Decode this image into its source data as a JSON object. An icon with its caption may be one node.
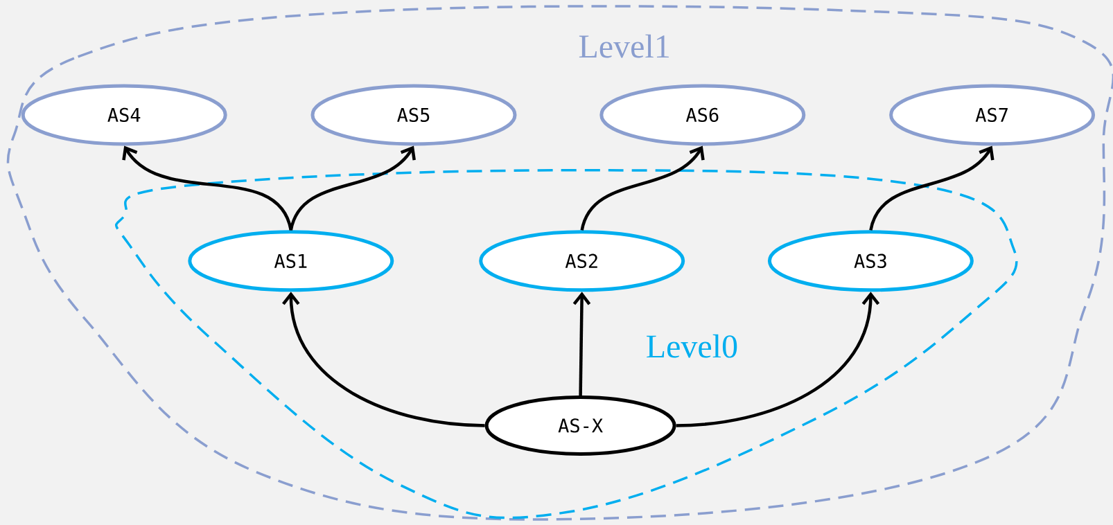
{
  "diagram": {
    "nodes": [
      {
        "text": [
          "Level1"
        ]
      },
      {
        "text": [
          "AS4"
        ],
        "in": 0
      },
      {
        "text": [
          "AS5"
        ],
        "in": 0
      },
      {
        "text": [
          "AS6"
        ],
        "in": 0
      },
      {
        "text": [
          "AS7"
        ],
        "in": 0
      },
      {
        "text": [
          "Level0"
        ],
        "in": 0
      },
      {
        "text": [
          "AS1"
        ],
        "in": 5
      },
      {
        "text": [
          "AS2"
        ],
        "in": 5
      },
      {
        "text": [
          "AS3"
        ],
        "in": 5
      },
      {
        "text": [
          "AS-X"
        ],
        "in": 5
      }
    ],
    "edges": [
      {
        "from": 9,
        "to": 6,
        "arrow": "to"
      },
      {
        "from": 9,
        "to": 7,
        "arrow": "to"
      },
      {
        "from": 9,
        "to": 8,
        "arrow": "to"
      },
      {
        "from": 6,
        "to": 1,
        "arrow": "to"
      },
      {
        "from": 6,
        "to": 2,
        "arrow": "to"
      },
      {
        "from": 7,
        "to": 3,
        "arrow": "to"
      },
      {
        "from": 8,
        "to": 4,
        "arrow": "to"
      }
    ]
  }
}
